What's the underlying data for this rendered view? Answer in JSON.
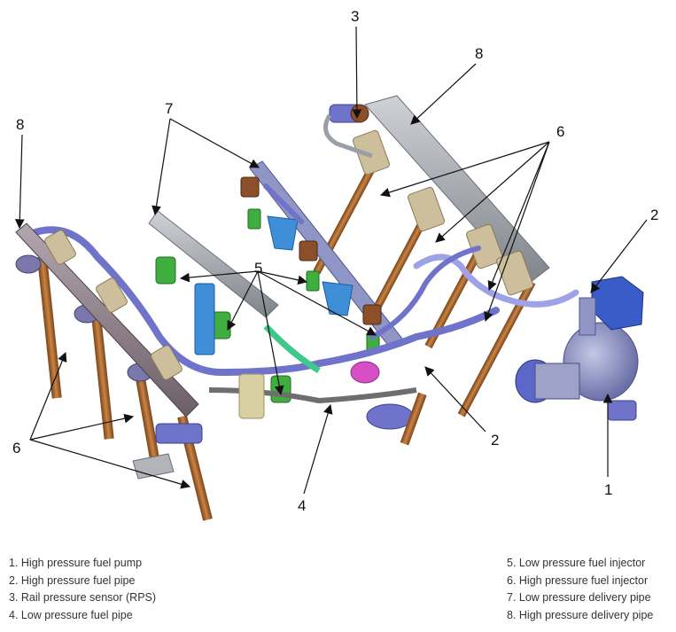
{
  "callouts": {
    "c1": "1",
    "c2a": "2",
    "c2b": "2",
    "c3": "3",
    "c4": "4",
    "c5": "5",
    "c6a": "6",
    "c6b": "6",
    "c7": "7",
    "c8a": "8",
    "c8b": "8"
  },
  "legend": {
    "left": [
      "1. High pressure fuel pump",
      "2. High pressure fuel pipe",
      "3. Rail pressure sensor (RPS)",
      "4. Low pressure fuel pipe"
    ],
    "right": [
      "5. Low pressure fuel injector",
      "6. High pressure fuel injector",
      "7. Low pressure delivery pipe",
      "8. High pressure delivery pipe"
    ]
  },
  "colors": {
    "fuel_pipe": "#6f73c9",
    "fuel_pipe_light": "#9ea2e6",
    "delivery_rail": "#a6aab0",
    "high_pressure_rail": "#8d7e88",
    "hp_injector": "#a8662e",
    "lp_injector_tip": "#3fae3f",
    "injector_connector": "#8b4f2a",
    "pump_blue": "#5c67c8",
    "bracket_blue": "#3e8ed8",
    "low_pressure_pipe": "#6e6e6e",
    "clip_green": "#3ec88a",
    "clip_magenta": "#d64fc7",
    "leader": "#111111"
  }
}
